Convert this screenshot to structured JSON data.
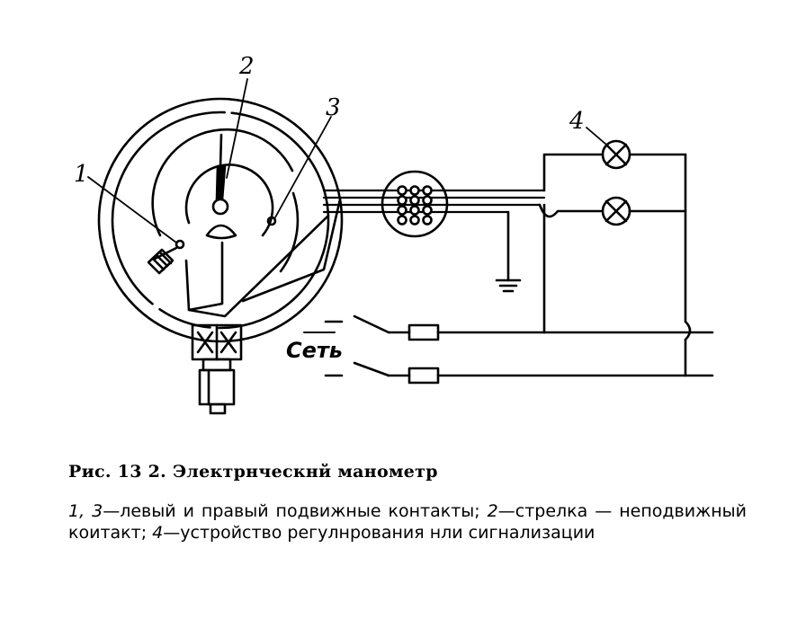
{
  "labels": {
    "contact_left": "1",
    "pointer": "2",
    "contact_right": "3",
    "device": "4",
    "network": "Сеть"
  },
  "caption": {
    "title": "Рис. 13 2. Электрнческнй манометр",
    "parts": [
      {
        "text": "1, 3",
        "italic": true
      },
      {
        "text": "—левый и правый подвижные контакты; ",
        "italic": false
      },
      {
        "text": "2",
        "italic": true
      },
      {
        "text": "—стрелка — неподвижный коитакт; ",
        "italic": false
      },
      {
        "text": "4",
        "italic": true
      },
      {
        "text": "—устройство регулнрования нли сигнализации",
        "italic": false
      }
    ]
  }
}
